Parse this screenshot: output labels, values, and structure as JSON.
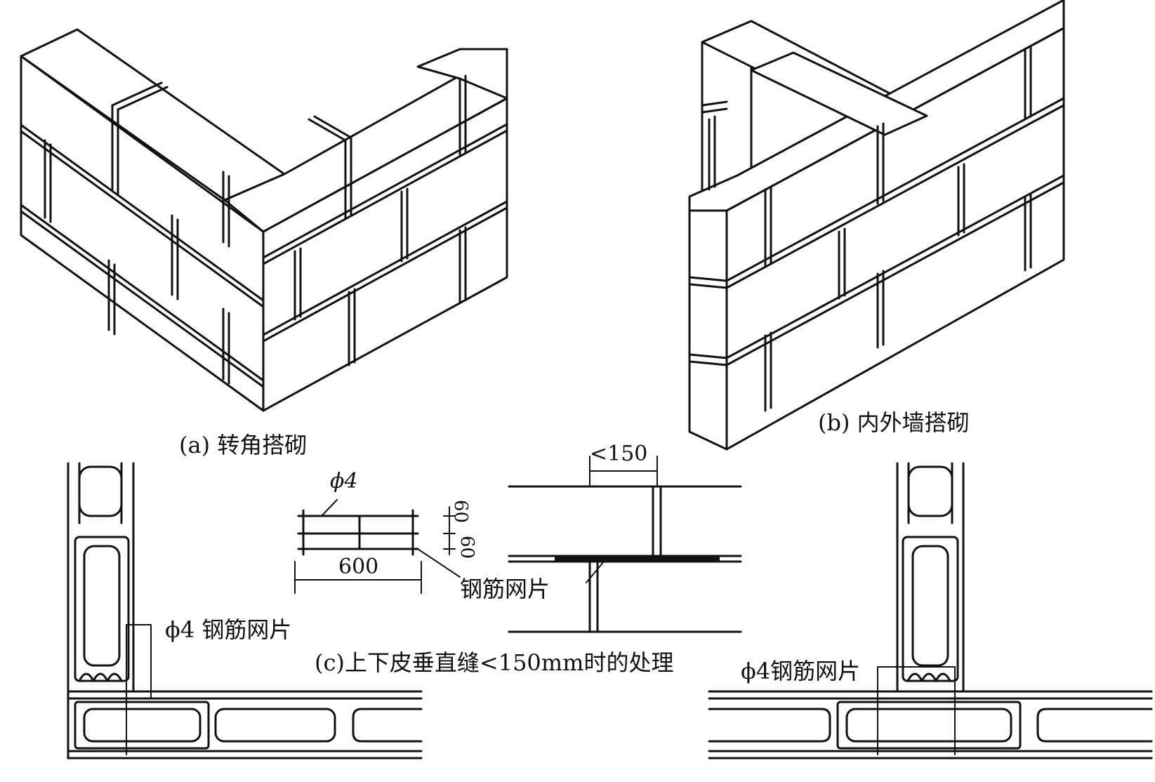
{
  "captions": {
    "a": "(a) 转角搭砌",
    "b": "(b) 内外墙搭砌",
    "c": "(c)上下皮垂直缝<150mm时的处理"
  },
  "labels": {
    "mesh_left": "ϕ4 钢筋网片",
    "mesh_right": "ϕ4钢筋网片",
    "mesh_center": "钢筋网片",
    "phi4": "ϕ4",
    "dim_150": "<150",
    "dim_600": "600",
    "dim_60_top": "60",
    "dim_60_bottom": "60"
  }
}
